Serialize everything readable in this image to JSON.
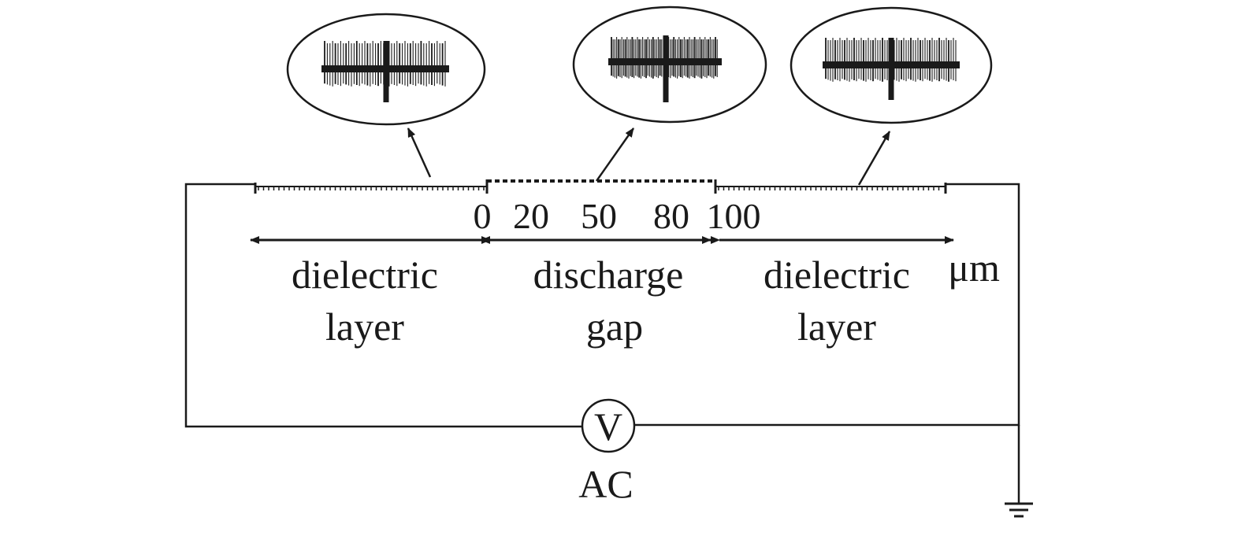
{
  "scale": {
    "tick_labels": [
      "0",
      "20",
      "50",
      "80",
      "100"
    ],
    "unit": "μm"
  },
  "regions": {
    "left": {
      "line1": "dielectric",
      "line2": "layer"
    },
    "middle": {
      "line1": "discharge",
      "line2": "gap"
    },
    "right": {
      "line1": "dielectric",
      "line2": "layer"
    }
  },
  "source": {
    "symbol": "V",
    "label": "AC"
  },
  "insets": [
    {
      "description": "filament-left"
    },
    {
      "description": "filament-middle"
    },
    {
      "description": "filament-right"
    }
  ]
}
